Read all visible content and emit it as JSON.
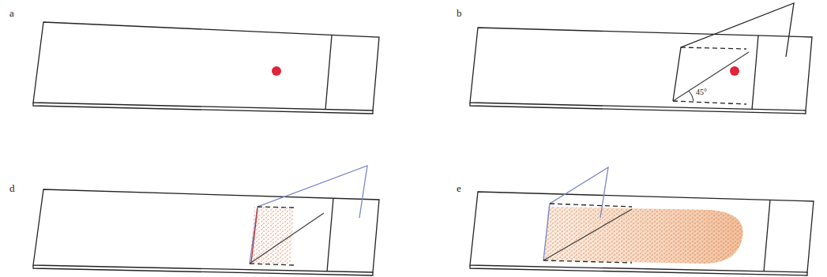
{
  "diagram": {
    "labels": [
      "a",
      "b",
      "45°",
      "d",
      "e"
    ]
  }
}
